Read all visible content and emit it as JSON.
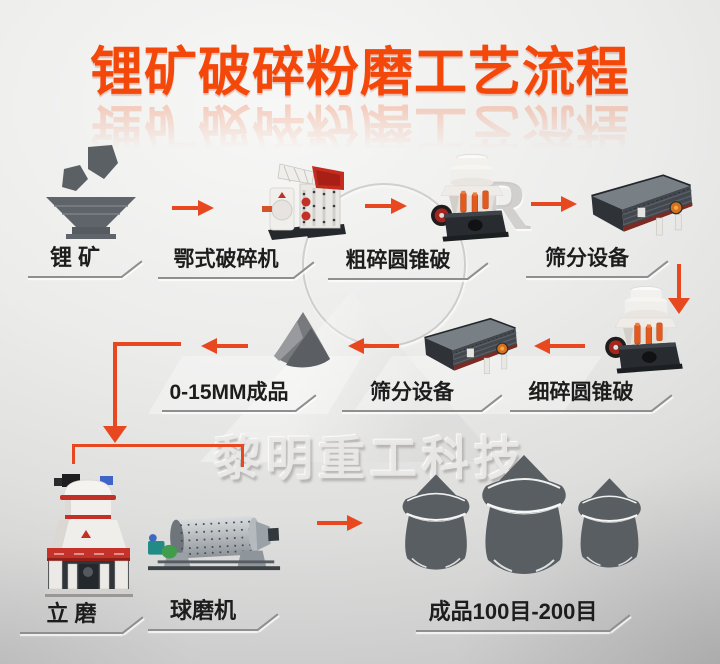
{
  "title": "锂矿破碎粉磨工艺流程",
  "watermark": {
    "brand": "黎明重工科技",
    "registered_mark": "R"
  },
  "stations": {
    "ore": {
      "label": "锂 矿",
      "icon": "ore-hopper-icon"
    },
    "jaw_crusher": {
      "label": "鄂式破碎机",
      "icon": "jaw-crusher-icon"
    },
    "coarse_cone_crusher": {
      "label": "粗碎圆锥破",
      "icon": "cone-crusher-icon"
    },
    "screen_1": {
      "label": "筛分设备",
      "icon": "vibrating-screen-icon"
    },
    "product_0_15mm": {
      "label": "0-15MM成品",
      "icon": "material-pile-icon"
    },
    "screen_2": {
      "label": "筛分设备",
      "icon": "vibrating-screen-icon"
    },
    "fine_cone_crusher": {
      "label": "细碎圆锥破",
      "icon": "cone-crusher-icon"
    },
    "vertical_mill": {
      "label": "立 磨",
      "icon": "vertical-mill-icon"
    },
    "ball_mill": {
      "label": "球磨机",
      "icon": "ball-mill-icon"
    },
    "final_product": {
      "label": "成品100目-200目",
      "icon": "product-bags-icon"
    }
  },
  "flow_sequence": [
    "锂矿 → 鄂式破碎机",
    "鄂式破碎机 → 粗碎圆锥破",
    "粗碎圆锥破 → 筛分设备",
    "筛分设备 → 细碎圆锥破",
    "细碎圆锥破 → 筛分设备",
    "筛分设备 → 0-15MM成品",
    "0-15MM成品 → 立磨 / 球磨机",
    "球磨机 → 成品100目-200目"
  ],
  "colors": {
    "accent_title": "#f4480a",
    "arrow": "#e8481f",
    "label_text": "#1d1d1d",
    "machine_dark": "#585e62"
  }
}
